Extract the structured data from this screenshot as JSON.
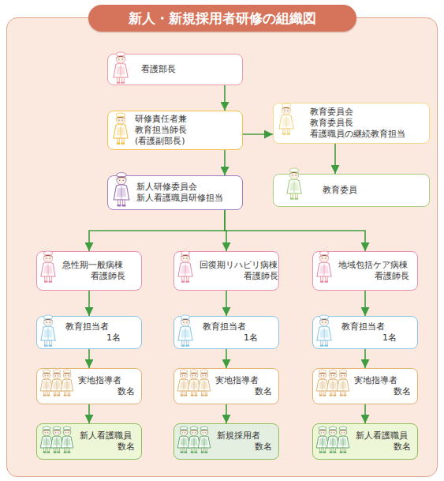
{
  "diagram": {
    "title": "新人・新規採用者研修の組織図",
    "nodes": [
      {
        "text": [
          "看護部長"
        ]
      },
      {
        "text": [
          "研修責任者兼 教育担当師長(看護副部長)"
        ]
      },
      {
        "text": [
          "教育委員会",
          "教育委員長",
          "看護職員の継続教育担当"
        ]
      },
      {
        "text": [
          "教育委員"
        ]
      },
      {
        "text": [
          "新人研修委員会 新人看護職員研修担当"
        ]
      },
      {
        "text": [
          "急性期一般病棟 看護師長"
        ]
      },
      {
        "text": [
          "回復期リハビリ病棟 看護師長"
        ]
      },
      {
        "text": [
          "地域包括ケア病棟 看護師長"
        ]
      },
      {
        "text": [
          "教育担当者 1名"
        ]
      },
      {
        "text": [
          "教育担当者 1名"
        ]
      },
      {
        "text": [
          "教育担当者 1名"
        ]
      },
      {
        "text": [
          "実地指導者 数名"
        ]
      },
      {
        "text": [
          "実地指導者 数名"
        ]
      },
      {
        "text": [
          "実地指導者 数名"
        ]
      },
      {
        "text": [
          "新人看護職員 数名"
        ]
      },
      {
        "text": [
          "新規採用者 数名"
        ]
      },
      {
        "text": [
          "新人看護職員 数名"
        ]
      }
    ],
    "edges": [
      {
        "from": 0,
        "to": 1,
        "arrow": "to"
      },
      {
        "from": 1,
        "to": 2,
        "arrow": "to"
      },
      {
        "from": 2,
        "to": 3,
        "arrow": "to"
      },
      {
        "from": 1,
        "to": 4,
        "arrow": "to"
      },
      {
        "from": 4,
        "to": 5,
        "arrow": "to"
      },
      {
        "from": 4,
        "to": 6,
        "arrow": "to"
      },
      {
        "from": 4,
        "to": 7,
        "arrow": "to"
      },
      {
        "from": 5,
        "to": 8,
        "arrow": "to"
      },
      {
        "from": 6,
        "to": 9,
        "arrow": "to"
      },
      {
        "from": 7,
        "to": 10,
        "arrow": "to"
      },
      {
        "from": 8,
        "to": 11,
        "arrow": "to"
      },
      {
        "from": 9,
        "to": 12,
        "arrow": "to"
      },
      {
        "from": 10,
        "to": 13,
        "arrow": "to"
      },
      {
        "from": 11,
        "to": 14,
        "arrow": "to"
      },
      {
        "from": 12,
        "to": 15,
        "arrow": "to"
      },
      {
        "from": 13,
        "to": 16,
        "arrow": "to"
      }
    ]
  }
}
